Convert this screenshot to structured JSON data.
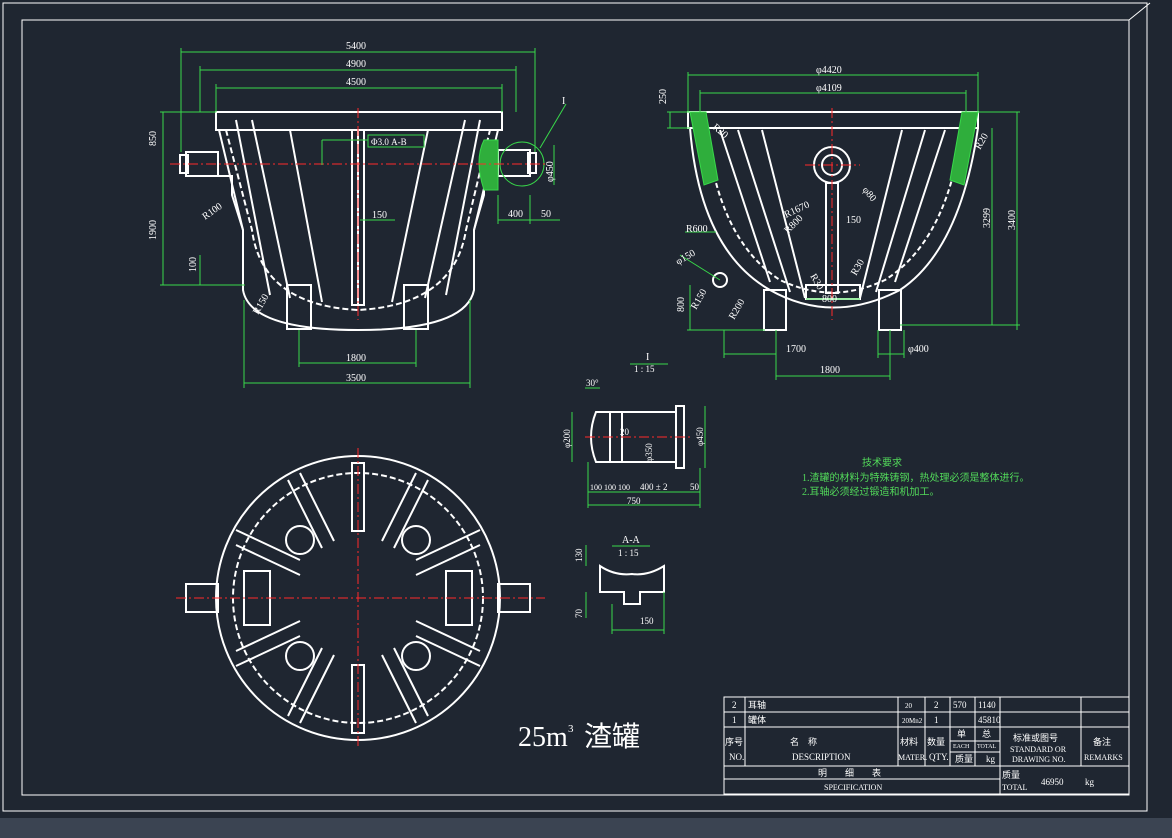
{
  "drawing": {
    "title_main": "25m",
    "title_sup": "3",
    "title_cn": "渣罐",
    "tech": {
      "heading": "技术要求",
      "line1": "1.渣罐的材料为特殊铸钢，热处理必须是整体进行。",
      "line2": "2.耳轴必须经过锻造和机加工。"
    },
    "front_view": {
      "dims": {
        "w5400": "5400",
        "w4900": "4900",
        "w4500": "4500",
        "h850": "850",
        "h1900": "1900",
        "h100": "100",
        "r100": "R100",
        "d150": "150",
        "r150": "R150",
        "d1800": "1800",
        "d3500": "3500",
        "d400": "400",
        "d50": "50",
        "phi450": "φ450",
        "leader_I": "I",
        "symbol_text": "Φ3.0 A-B"
      }
    },
    "side_view": {
      "dims": {
        "phi4420": "φ4420",
        "phi4109": "φ4109",
        "h250": "250",
        "r20a": "R20",
        "r20b": "R20",
        "phi80": "φ80",
        "r1670": "R1670",
        "r800": "R800",
        "r600": "R600",
        "phi150": "φ150",
        "r150": "R150",
        "r200": "R200",
        "h800": "800",
        "r30a": "R30",
        "r30b": "R30",
        "d150": "150",
        "d800": "800",
        "d1700": "1700",
        "d1800": "1800",
        "phi400": "φ400",
        "h3299": "3299",
        "h3400": "3400"
      }
    },
    "detail_I": {
      "label": "I",
      "scale": "1 : 15",
      "ang30": "30°",
      "phi200": "φ200",
      "phi350": "φ350",
      "phi450": "φ450",
      "d20": "20",
      "d750": "750",
      "d50": "50",
      "d400": "400 ± 2",
      "d100s": "100 100 100"
    },
    "section_AA": {
      "label": "A-A",
      "scale": "1 : 15",
      "d130": "130",
      "d70": "70",
      "d150": "150"
    },
    "table": {
      "rows": [
        {
          "no": "2",
          "name": "耳轴",
          "mat": "20",
          "qty": "2",
          "each": "570",
          "total": "1140"
        },
        {
          "no": "1",
          "name": "罐体",
          "mat": "20Mn2",
          "qty": "1",
          "each": "",
          "total": "45810"
        }
      ],
      "h_no_cn": "序号",
      "h_no_en": "NO.",
      "h_desc_cn": "名　称",
      "h_desc_en": "DESCRIPTION",
      "h_mat_cn": "材料",
      "h_mat_en": "MATER.",
      "h_qty_cn": "数量",
      "h_qty_en": "QTY.",
      "h_each_cn": "单",
      "h_each_en": "EACH",
      "h_total_cn": "总",
      "h_total_en": "TOTAL",
      "h_mass_cn": "质量",
      "h_mass_unit": "kg",
      "h_std_cn": "标准或图号",
      "h_std_en1": "STANDARD OR",
      "h_std_en2": "DRAWING NO.",
      "h_rem_cn": "备注",
      "h_rem_en": "REMARKS",
      "spec_cn": "明　　细　　表",
      "spec_en": "SPECIFICATION",
      "total_cn": "质量",
      "total_en": "TOTAL",
      "total_val": "46950",
      "total_unit": "kg"
    },
    "colors": {
      "background": "#1f2631",
      "line": "#ffffff",
      "dim": "#38d84a",
      "center": "#ff2a2a",
      "text_green": "#52d95a",
      "statusbar": "#3b4452"
    }
  }
}
